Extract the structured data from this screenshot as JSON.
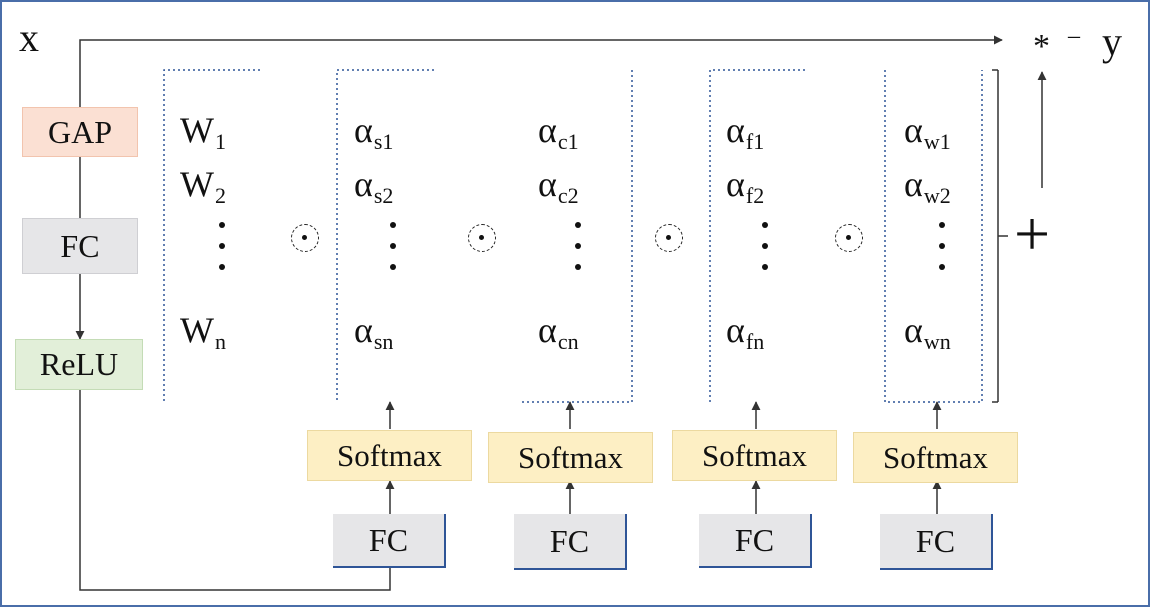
{
  "input": {
    "label": "x"
  },
  "output": {
    "label": "y",
    "multiply": "*",
    "dash": "–",
    "plus": "+"
  },
  "left_chain": {
    "gap": "GAP",
    "fc": "FC",
    "relu": "ReLU"
  },
  "columns": [
    {
      "base": "W",
      "sub1": "1",
      "sub2": "2",
      "subn": "n"
    },
    {
      "base": "α",
      "sub1": "s1",
      "sub2": "s2",
      "subn": "sn",
      "softmax": "Softmax",
      "fc": "FC"
    },
    {
      "base": "α",
      "sub1": "c1",
      "sub2": "c2",
      "subn": "cn",
      "softmax": "Softmax",
      "fc": "FC"
    },
    {
      "base": "α",
      "sub1": "f1",
      "sub2": "f2",
      "subn": "fn",
      "softmax": "Softmax",
      "fc": "FC"
    },
    {
      "base": "α",
      "sub1": "w1",
      "sub2": "w2",
      "subn": "wn",
      "softmax": "Softmax",
      "fc": "FC"
    }
  ],
  "colors": {
    "frame": "#4a6ea9",
    "dashed_bracket": "#2f5597",
    "gap_fill": "#fbe0d3",
    "fc_fill": "#e6e6e8",
    "relu_fill": "#e2efd9",
    "softmax_fill": "#fdefc4"
  }
}
